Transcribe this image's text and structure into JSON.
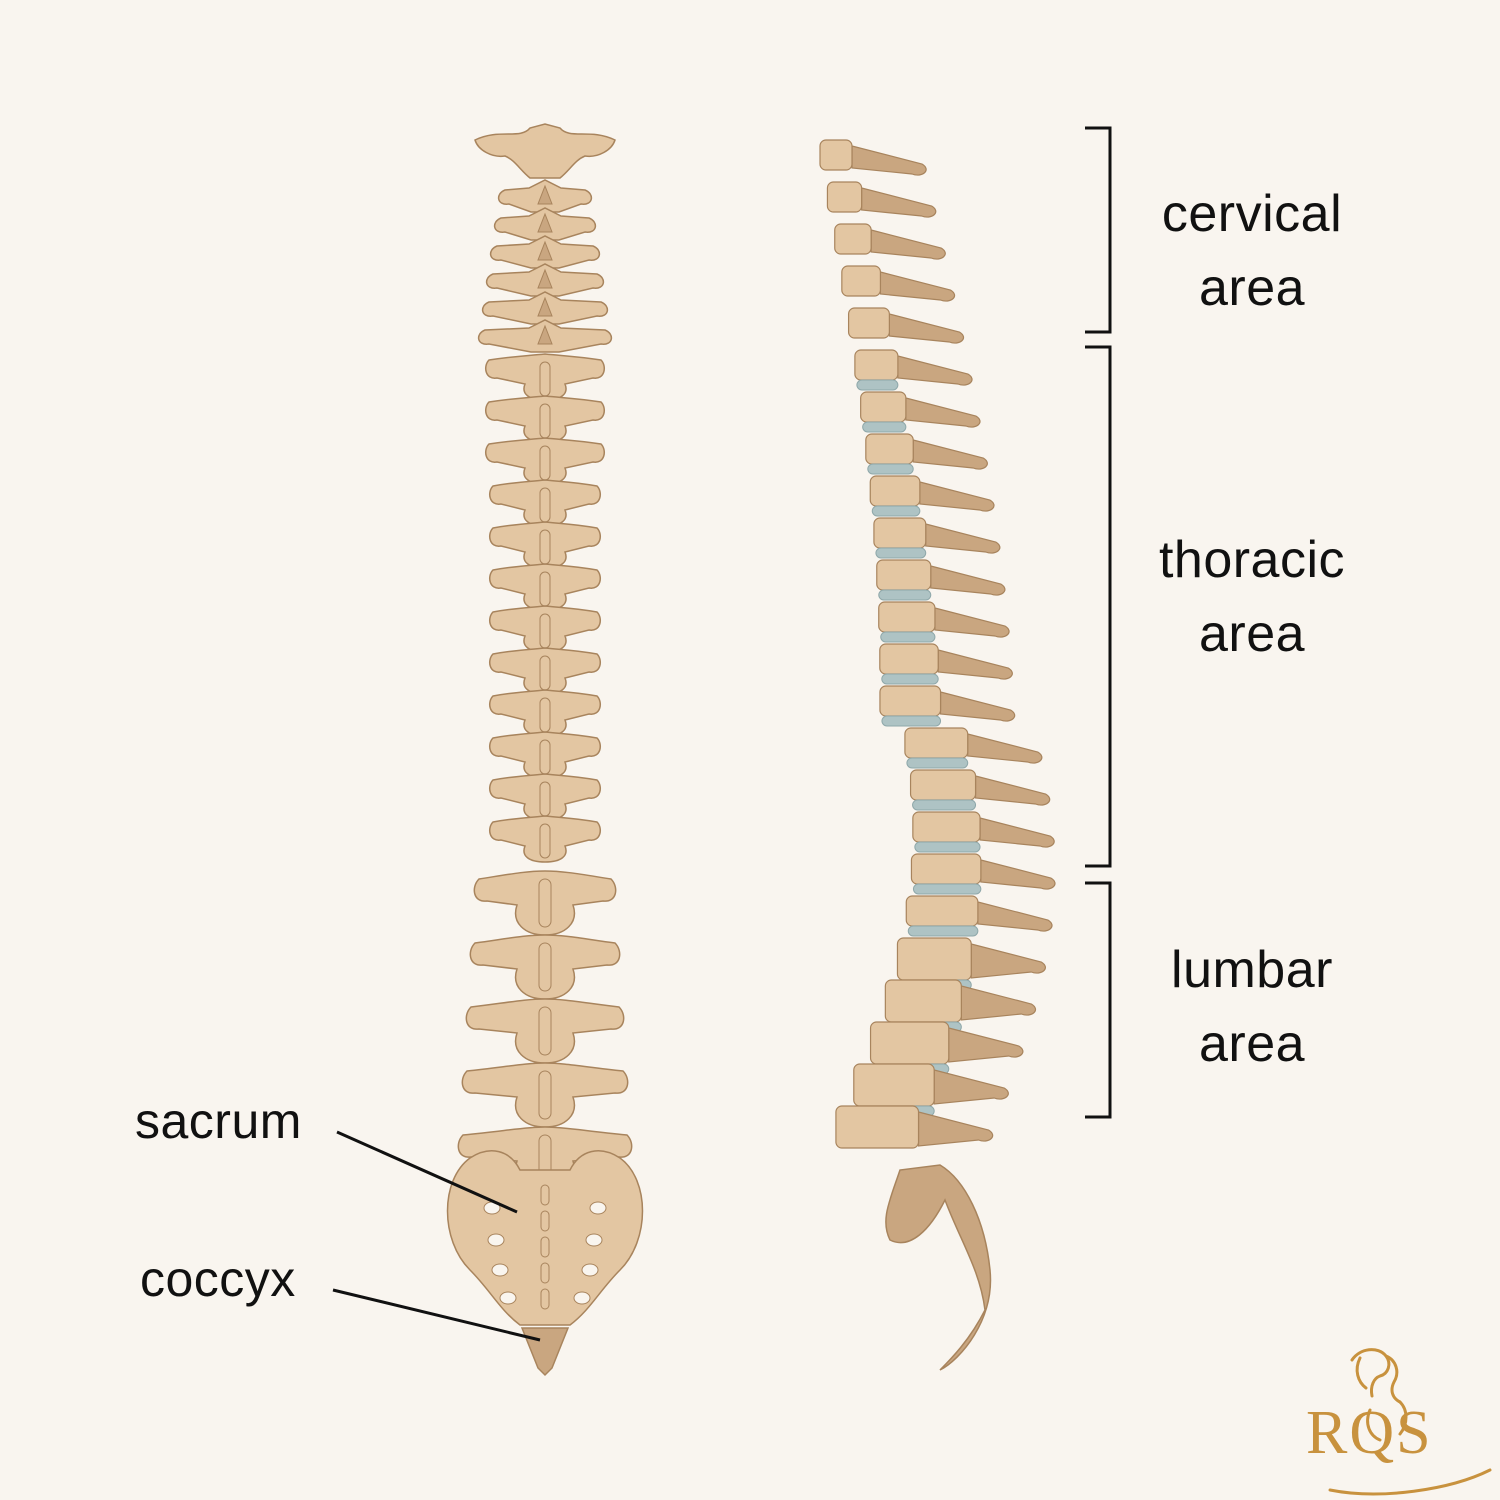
{
  "regions": [
    {
      "id": "cervical",
      "line1": "cervical",
      "line2": "area"
    },
    {
      "id": "thoracic",
      "line1": "thoracic",
      "line2": "area"
    },
    {
      "id": "lumbar",
      "line1": "lumbar",
      "line2": "area"
    }
  ],
  "parts": {
    "sacrum": "sacrum",
    "coccyx": "coccyx"
  },
  "logo": {
    "text": "RQS"
  },
  "colors": {
    "background": "#f9f5ef",
    "bone": "#e3c6a2",
    "bone_dark": "#c9a680",
    "outline": "#a8845d",
    "disc": "#aec3c4",
    "text": "#111111",
    "logo": "#c8923e"
  }
}
